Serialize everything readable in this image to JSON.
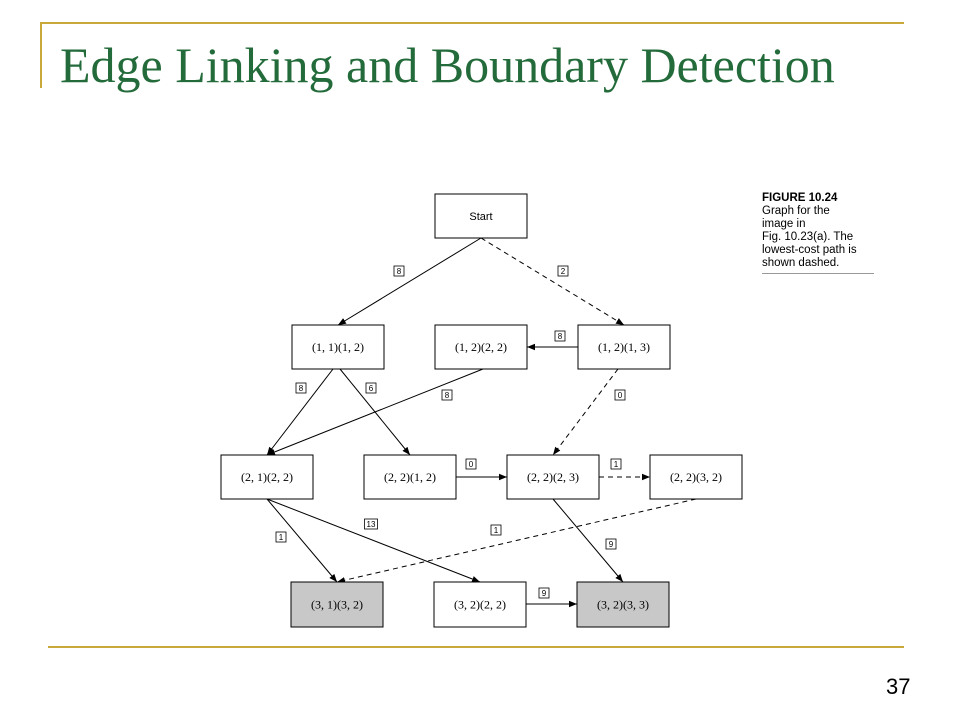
{
  "slide": {
    "title": "Edge Linking and Boundary Detection",
    "page_number": "37"
  },
  "figure": {
    "caption_title": "FIGURE 10.24",
    "caption_lines": [
      "Graph for the",
      "image in",
      "Fig. 10.23(a). The",
      "lowest-cost path is",
      "shown dashed."
    ]
  },
  "graph": {
    "nodes": {
      "start": "Start",
      "n_11_12": "(1, 1)(1, 2)",
      "n_12_22": "(1, 2)(2, 2)",
      "n_12_13": "(1, 2)(1, 3)",
      "n_21_22": "(2, 1)(2, 2)",
      "n_22_12": "(2, 2)(1, 2)",
      "n_22_23": "(2, 2)(2, 3)",
      "n_22_32": "(2, 2)(3, 2)",
      "n_31_32": "(3, 1)(3, 2)",
      "n_32_22": "(3, 2)(2, 2)",
      "n_32_33": "(3, 2)(3, 3)"
    },
    "shaded_nodes": [
      "n_31_32",
      "n_32_33"
    ],
    "edges": [
      {
        "from": "start",
        "to": "n_11_12",
        "cost": "8",
        "style": "solid"
      },
      {
        "from": "start",
        "to": "n_12_13",
        "cost": "2",
        "style": "dashed"
      },
      {
        "from": "n_12_13",
        "to": "n_12_22",
        "cost": "8",
        "style": "solid"
      },
      {
        "from": "n_11_12",
        "to": "n_21_22",
        "cost": "8",
        "style": "solid"
      },
      {
        "from": "n_11_12",
        "to": "n_22_12",
        "cost": "6",
        "style": "solid"
      },
      {
        "from": "n_12_22",
        "to": "n_21_22",
        "cost": "8",
        "style": "solid"
      },
      {
        "from": "n_12_13",
        "to": "n_22_23",
        "cost": "0",
        "style": "dashed"
      },
      {
        "from": "n_22_12",
        "to": "n_22_23",
        "cost": "0",
        "style": "solid"
      },
      {
        "from": "n_22_23",
        "to": "n_22_32",
        "cost": "1",
        "style": "dashed"
      },
      {
        "from": "n_21_22",
        "to": "n_31_32",
        "cost": "1",
        "style": "solid"
      },
      {
        "from": "n_21_22",
        "to": "n_32_22",
        "cost": "13",
        "style": "solid"
      },
      {
        "from": "n_22_32",
        "to": "n_31_32",
        "cost": "1",
        "style": "dashed"
      },
      {
        "from": "n_22_23",
        "to": "n_32_33",
        "cost": "9",
        "style": "solid"
      },
      {
        "from": "n_32_22",
        "to": "n_32_33",
        "cost": "9",
        "style": "solid"
      }
    ]
  }
}
